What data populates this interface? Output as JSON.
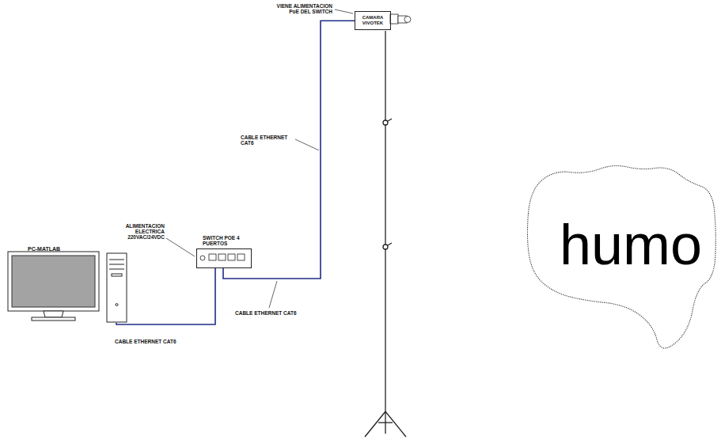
{
  "diagram": {
    "nodes": [
      {
        "text": [
          "CAMARA VIVOTEK"
        ]
      },
      {
        "text": [
          "PC-MATLAB"
        ]
      },
      {
        "text": [
          "SWITCH POE 4 PUERTOS"
        ]
      },
      {
        "text": [
          "humo"
        ]
      }
    ],
    "edges": [
      {
        "from": 1,
        "to": 2,
        "arrow": "none",
        "label": "CABLE ETHERNET CAT6"
      },
      {
        "from": 2,
        "to": 0,
        "arrow": "none",
        "label": "CABLE ETHERNET CAT6"
      }
    ],
    "labels": [
      "VIENE ALIMENTACION PoE DEL SWITCH",
      "CABLE ETHERNET CAT6",
      "ALIMENTACION ELECTRICA 220VAC/24VDC"
    ]
  }
}
